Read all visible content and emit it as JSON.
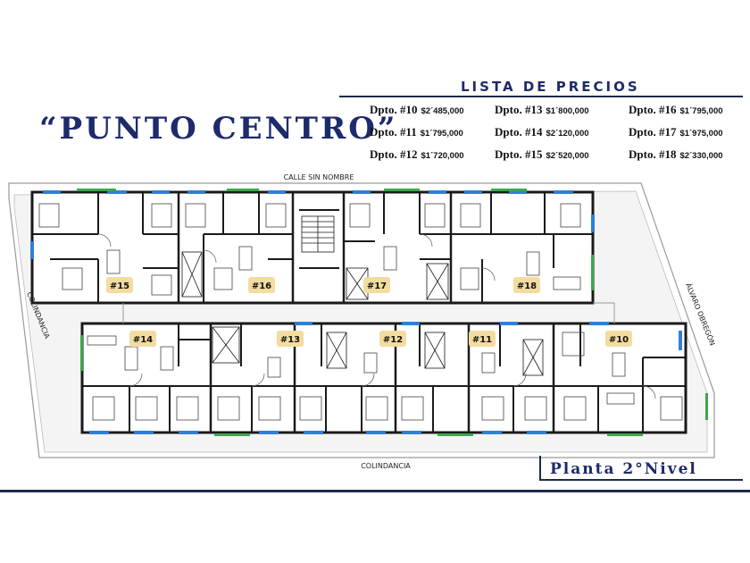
{
  "title": "“PUNTO CENTRO”",
  "price_list": {
    "heading": "LISTA DE PRECIOS",
    "items": [
      {
        "unit": "Dpto. #10",
        "price": "$2´485,000"
      },
      {
        "unit": "Dpto. #11",
        "price": "$1´795,000"
      },
      {
        "unit": "Dpto. #12",
        "price": "$1´720,000"
      },
      {
        "unit": "Dpto. #13",
        "price": "$1´800,000"
      },
      {
        "unit": "Dpto. #14",
        "price": "$2´120,000"
      },
      {
        "unit": "Dpto. #15",
        "price": "$2´520,000"
      },
      {
        "unit": "Dpto. #16",
        "price": "$1´795,000"
      },
      {
        "unit": "Dpto. #17",
        "price": "$1´975,000"
      },
      {
        "unit": "Dpto. #18",
        "price": "$2´330,000"
      }
    ]
  },
  "plan": {
    "street_top": "CALLE SIN NOMBRE",
    "street_right": "ÁLVARO OBREGÓN",
    "side_left": "COLINDANCIA",
    "side_bottom": "COLINDANCIA",
    "unit_tags": [
      "#15",
      "#16",
      "#17",
      "#18",
      "#14",
      "#13",
      "#12",
      "#11",
      "#10"
    ]
  },
  "footer_label": "Planta 2°Nivel",
  "colors": {
    "navy": "#1d2a6b",
    "wall": "#1a1a1a",
    "window": "#2f7fd6",
    "garden": "#3aa84a",
    "tag": "#f3dca0"
  }
}
